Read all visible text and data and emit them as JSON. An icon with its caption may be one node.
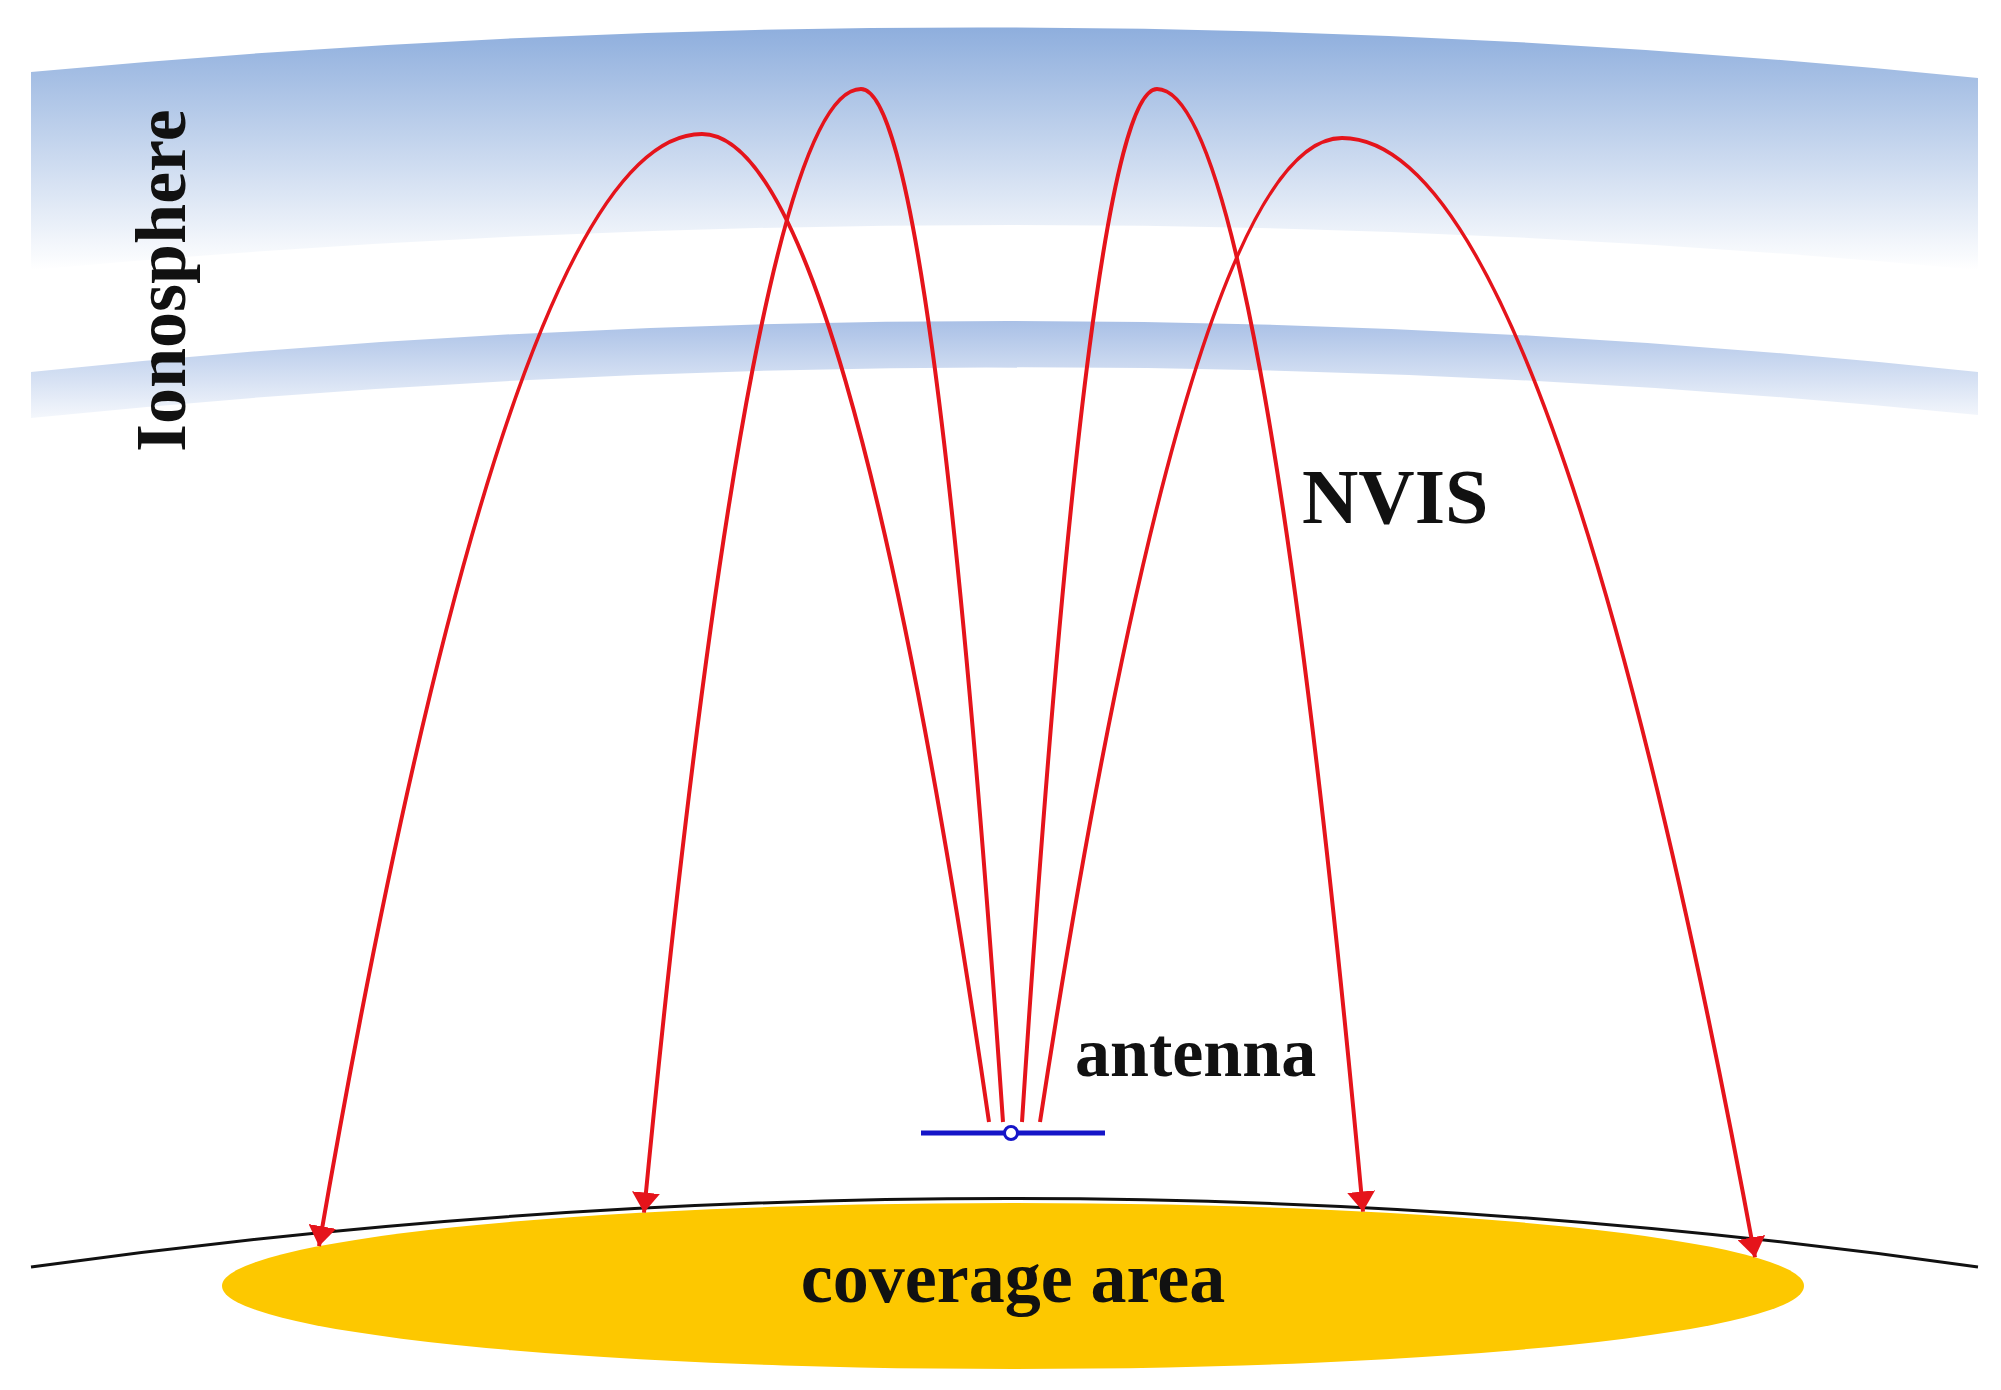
{
  "diagram": {
    "nodes": [
      {
        "text": [],
        "shape": "bar",
        "beside": [
          "antenna"
        ]
      },
      {
        "text": [
          "coverage area"
        ]
      }
    ],
    "edges": [
      {
        "from": 0,
        "to": 1,
        "arrow": "to"
      },
      {
        "from": 0,
        "to": 1,
        "arrow": "to"
      },
      {
        "from": 0,
        "to": 1,
        "arrow": "to"
      },
      {
        "from": 0,
        "to": 1,
        "arrow": "to"
      }
    ],
    "labels": [
      "Ionosphere",
      "NVIS"
    ]
  }
}
